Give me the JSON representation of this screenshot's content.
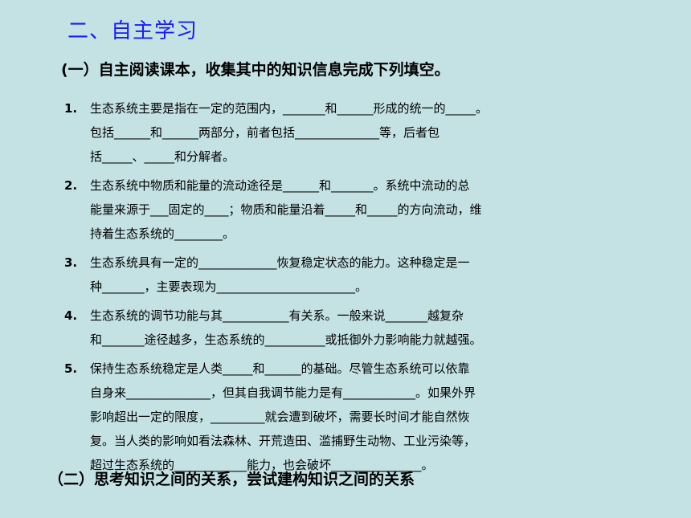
{
  "title": "二、自主学习",
  "subtitle": "(一）自主阅读课本，收集其中的知识信息完成下列填空。",
  "items": [
    {
      "num": "1.",
      "lines": [
        "生态系统主要是指在一定的范围内，_______和______形成的统一的_____。",
        "包括______和______两部分，前者包括______________等，后者包",
        "括_____、_____和分解者。"
      ]
    },
    {
      "num": "2.",
      "lines": [
        "生态系统中物质和能量的流动途径是______和_______。系统中流动的总",
        "能量来源于___固定的____；物质和能量沿着_____和_____的方向流动，维",
        "持着生态系统的________。"
      ]
    },
    {
      "num": "3.",
      "lines": [
        "生态系统具有一定的_____________恢复稳定状态的能力。这种稳定是一",
        "种_______，主要表现为_______________________。"
      ]
    },
    {
      "num": "4.",
      "lines": [
        "生态系统的调节功能与其___________有关系。一般来说_______越复杂",
        "和_______途径越多，生态系统的__________或抵御外力影响能力就越强。"
      ]
    },
    {
      "num": "5.",
      "lines": [
        "保持生态系统稳定是人类_____和______的基础。尽管生态系统可以依靠",
        "自身来______________，但其自我调节能力是有____________。如果外界",
        "影响超出一定的限度，_________就会遭到破坏，需要长时间才能自然恢",
        "复。当人类的影响如看法森林、开荒造田、滥捕野生动物、工业污染等，",
        "超过生态系统的____________能力，也会破坏_______________。"
      ]
    }
  ],
  "subtitle2": "（二）思考知识之间的关系，尝试建构知识之间的关系"
}
